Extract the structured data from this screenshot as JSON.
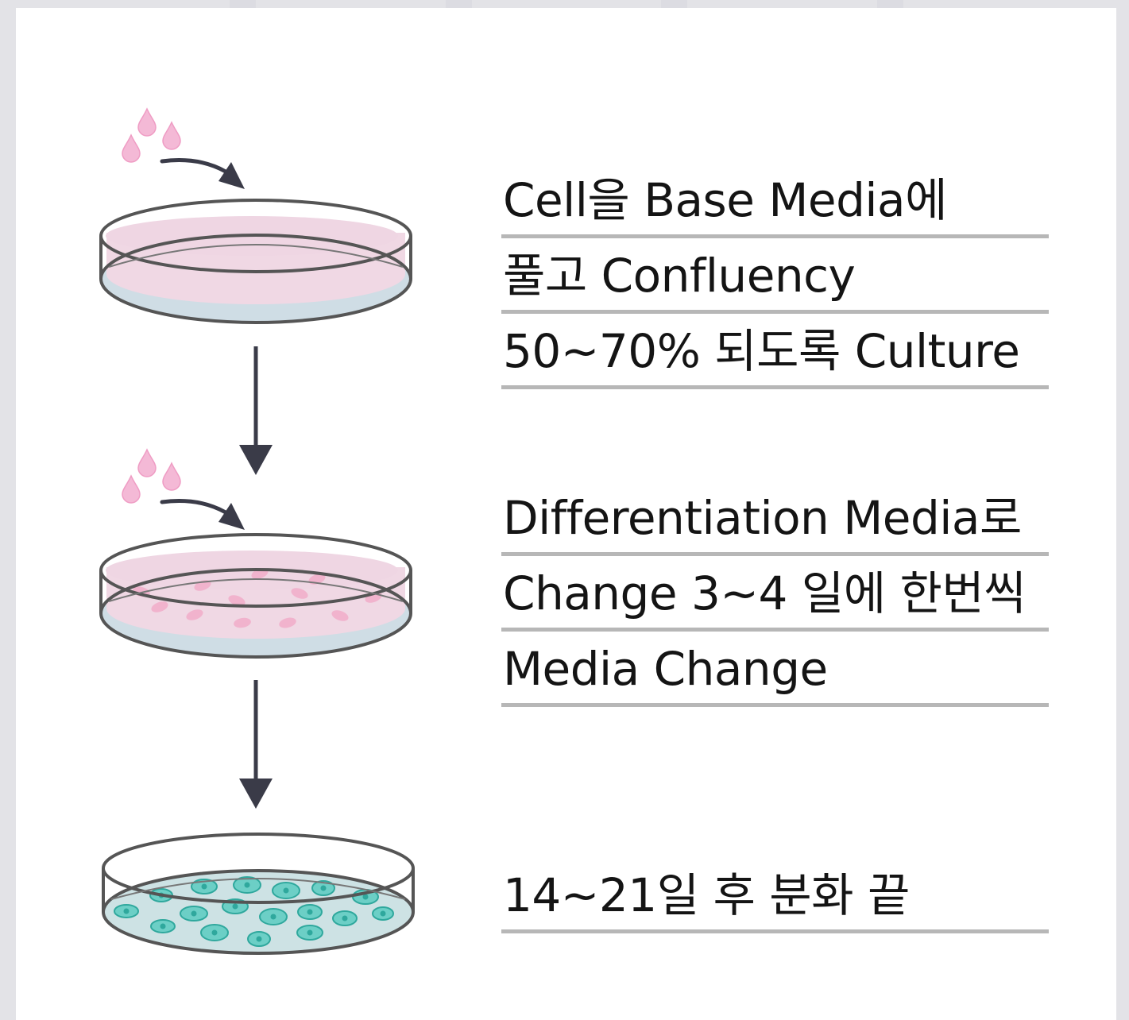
{
  "steps": [
    {
      "lines": [
        "Cell을 Base Media에",
        "풀고 Confluency",
        "50~70% 되도록 Culture"
      ]
    },
    {
      "lines": [
        "Differentiation Media로",
        "Change 3~4 일에 한번씩",
        "Media Change"
      ]
    },
    {
      "lines": [
        "14~21일 후 분화 끝"
      ]
    }
  ],
  "colors": {
    "background": "#e3e3e7",
    "paper": "#ffffff",
    "rings": "#dcdce2",
    "media": "#f0d8e4",
    "dish_base": "#cfdde5",
    "droplet": "#f4b9d6",
    "arrow": "#3a3b48",
    "differentiated_cells": "#4cbfb4",
    "rule": "#b7b7b7"
  },
  "icons": [
    "binder-ring-icon",
    "media-droplet-icon",
    "petri-dish-icon",
    "flow-arrow-down-icon"
  ]
}
